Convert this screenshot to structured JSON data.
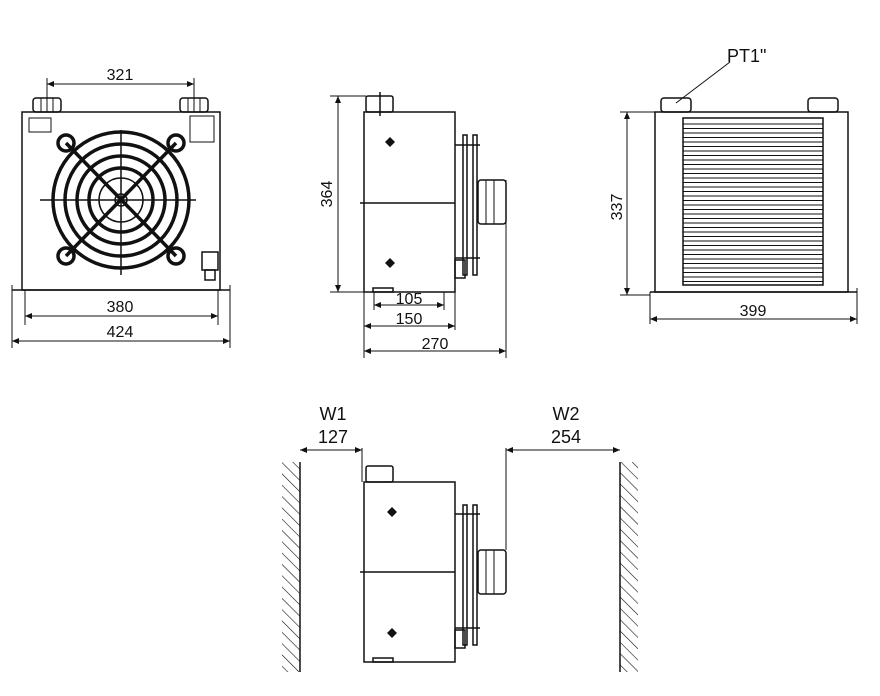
{
  "front_view": {
    "dim_bolt_spacing": "321",
    "dim_inner_width": "380",
    "dim_overall_width": "424"
  },
  "side_view": {
    "dim_height": "364",
    "dim_mount_a": "105",
    "dim_mount_b": "150",
    "dim_depth": "270"
  },
  "rear_view": {
    "port_label": "PT1\"",
    "dim_height": "337",
    "dim_width": "399"
  },
  "clearance_view": {
    "w1_label": "W1",
    "w1_value": "127",
    "w2_label": "W2",
    "w2_value": "254"
  }
}
